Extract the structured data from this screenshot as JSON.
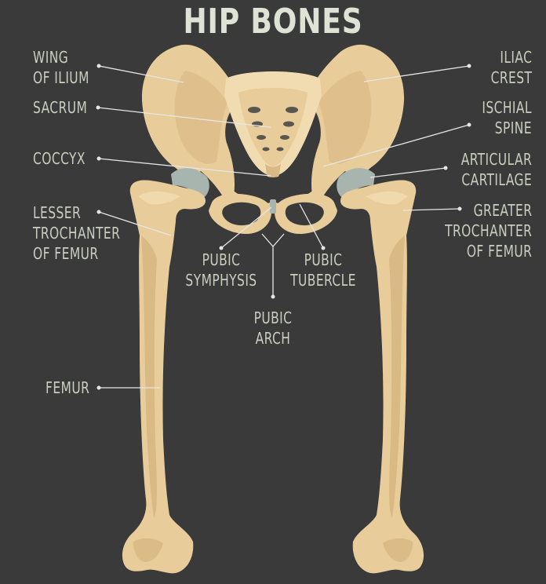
{
  "title": "HIP BONES",
  "labels": {
    "wing_of_ilium": [
      "WING",
      "OF ILIUM"
    ],
    "sacrum": [
      "SACRUM"
    ],
    "coccyx": [
      "COCCYX"
    ],
    "lesser_trochanter": [
      "LESSER",
      "TROCHANTER",
      "OF FEMUR"
    ],
    "pubic_symphysis": [
      "PUBIC",
      "SYMPHYSIS"
    ],
    "pubic_tubercle": [
      "PUBIC",
      "TUBERCLE"
    ],
    "pubic_arch": [
      "PUBIC",
      "ARCH"
    ],
    "femur": [
      "FEMUR"
    ],
    "iliac_crest": [
      "ILIAC",
      "CREST"
    ],
    "ischial_spine": [
      "ISCHIAL",
      "SPINE"
    ],
    "articular_cartilage": [
      "ARTICULAR",
      "CARTILAGE"
    ],
    "greater_trochanter": [
      "GREATER",
      "TROCHANTER",
      "OF FEMUR"
    ]
  },
  "colors": {
    "background": "#3a3a3a",
    "bone": "#e8cc9a",
    "bone_shadow": "#d3b07a",
    "bone_light": "#f1dcb2",
    "cartilage": "#a8b4ae",
    "label_text": "#c9cebf",
    "title_text": "#dfe3d6",
    "leader_line": "#e6e6e6"
  }
}
